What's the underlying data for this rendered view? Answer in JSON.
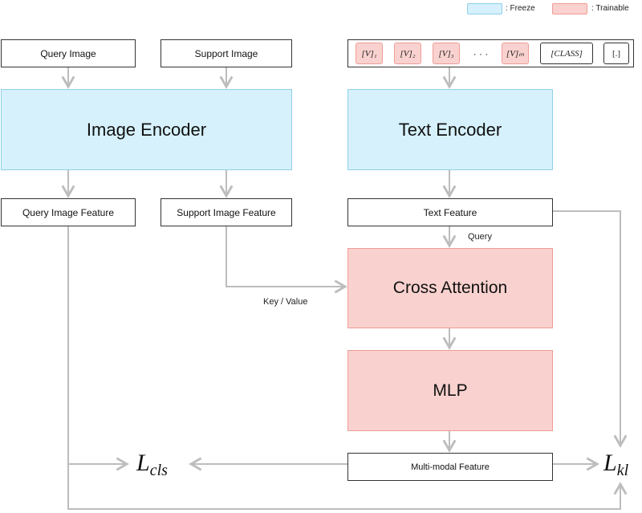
{
  "legend": {
    "freeze": {
      "label": ": Freeze",
      "color": "#d6f1fb"
    },
    "trainable": {
      "label": ": Trainable",
      "color": "#f9d2cf"
    }
  },
  "inputs": {
    "query_image": "Query Image",
    "support_image": "Support Image"
  },
  "prompt_tokens": {
    "v1": "[V]₁",
    "v2": "[V]₂",
    "v3": "[V]₃",
    "ellipsis": "· · ·",
    "vm": "[V]ₘ",
    "class": "[CLASS]",
    "dot": "[.]"
  },
  "encoders": {
    "image": "Image Encoder",
    "text": "Text Encoder"
  },
  "features": {
    "query_image": "Query Image Feature",
    "support_image": "Support Image Feature",
    "text": "Text Feature",
    "multimodal": "Multi-modal Feature"
  },
  "modules": {
    "cross_attention": "Cross Attention",
    "mlp": "MLP"
  },
  "edge_labels": {
    "query": "Query",
    "key_value": "Key / Value"
  },
  "losses": {
    "cls_main": "L",
    "cls_sub": "cls",
    "kl_main": "L",
    "kl_sub": "kl"
  }
}
